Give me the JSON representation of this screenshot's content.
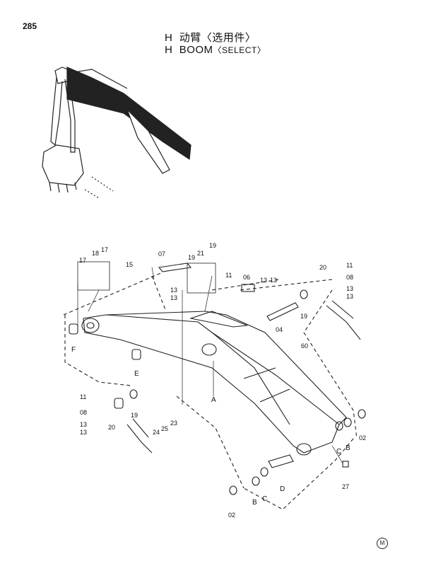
{
  "page_number": "285",
  "title_cn_prefix": "H",
  "title_cn": "动臂",
  "title_cn_paren": "〈选用件〉",
  "title_en_prefix": "H",
  "title_en": "BOOM",
  "title_en_paren": "〈SELECT〉",
  "stamp": "M",
  "callouts": {
    "p17a": "17",
    "p18": "18",
    "p17b": "17",
    "p15": "15",
    "p07": "07",
    "p19a": "19",
    "p21": "21",
    "p19b": "19",
    "p11a": "11",
    "p06": "06",
    "p13a": "13",
    "p13b": "13",
    "p13c": "13",
    "p13d": "13",
    "p11b": "11",
    "p20a": "20",
    "p08a": "08",
    "p13e": "13",
    "p13f": "13",
    "p19c": "19",
    "p04": "04",
    "p60": "60",
    "pF": "F",
    "pE": "E",
    "pA": "A",
    "p11c": "11",
    "p08b": "08",
    "p13g": "13",
    "p13h": "13",
    "p20b": "20",
    "p19d": "19",
    "p24": "24",
    "p25": "25",
    "p23": "23",
    "pC1": "C",
    "pB1": "B",
    "p02a": "02",
    "pD": "D",
    "p27": "27",
    "pB2": "B",
    "pC2": "C",
    "p02b": "02"
  }
}
